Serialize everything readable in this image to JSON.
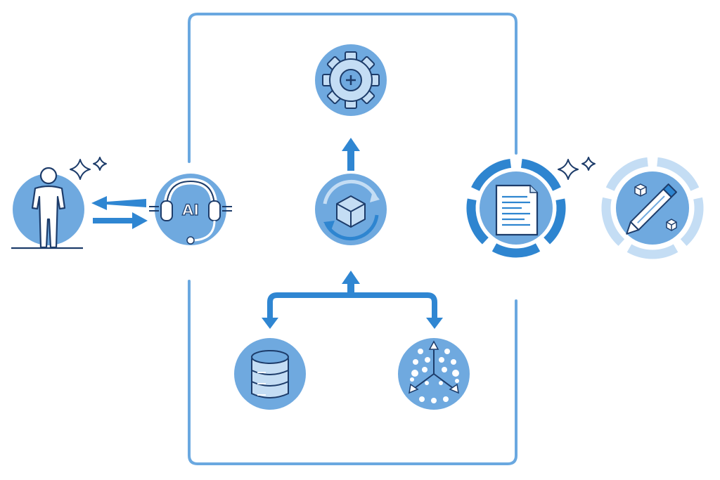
{
  "colors": {
    "frame": "#6aa8e0",
    "circle_fill": "#6fa9df",
    "circle_fill_light": "#c4ddf4",
    "ring_dark": "#2e85d0",
    "ring_light": "#a9cdef",
    "arrow": "#2f86d2",
    "outline": "#1d3c6a",
    "white": "#ffffff"
  },
  "agent_badge": {
    "text": "AI"
  },
  "nodes": [
    {
      "id": "user",
      "icon": "person-icon"
    },
    {
      "id": "ai-agent",
      "icon": "headset-icon"
    },
    {
      "id": "gear",
      "icon": "gear-icon"
    },
    {
      "id": "processing",
      "icon": "cube-cycle-icon"
    },
    {
      "id": "database",
      "icon": "database-icon"
    },
    {
      "id": "vector-space",
      "icon": "vector-space-icon"
    },
    {
      "id": "document",
      "icon": "document-icon"
    },
    {
      "id": "edit",
      "icon": "pencil-icon"
    }
  ]
}
